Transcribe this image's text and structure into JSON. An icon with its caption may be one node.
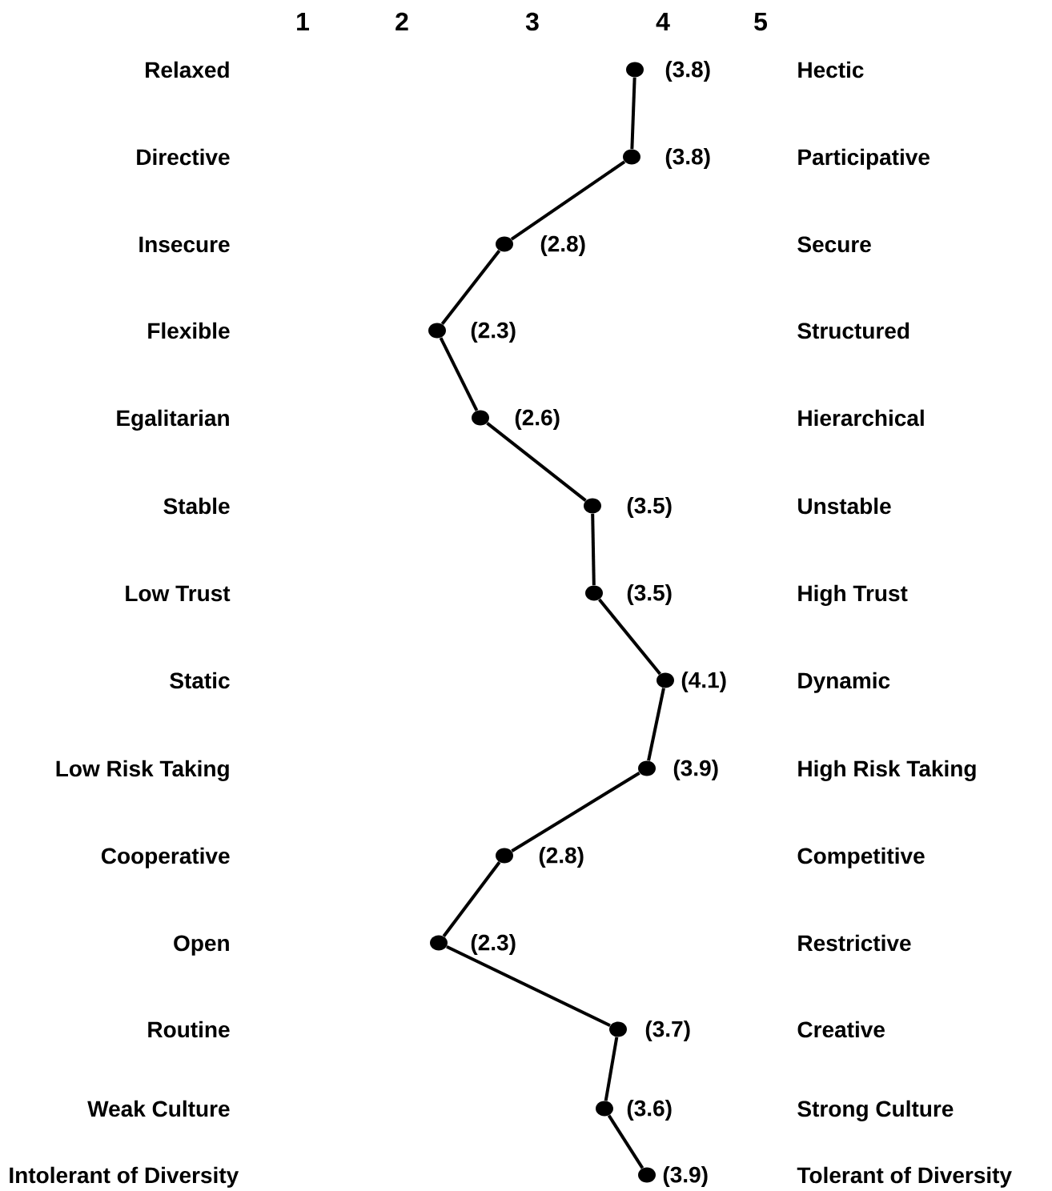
{
  "diagram": {
    "nodes": [
      {
        "text": [],
        "shape": "circle",
        "beside": [
          "(3.8)"
        ]
      },
      {
        "text": [],
        "shape": "circle",
        "beside": [
          "(3.8)"
        ]
      },
      {
        "text": [],
        "shape": "circle",
        "beside": [
          "(2.8)"
        ]
      },
      {
        "text": [],
        "shape": "circle",
        "beside": [
          "(2.3)"
        ]
      },
      {
        "text": [],
        "shape": "circle",
        "beside": [
          "(2.6)"
        ]
      },
      {
        "text": [],
        "shape": "circle",
        "beside": [
          "(3.5)"
        ]
      },
      {
        "text": [],
        "shape": "circle",
        "beside": [
          "(3.5)"
        ]
      },
      {
        "text": [],
        "shape": "circle",
        "beside": [
          "(4.1)"
        ]
      },
      {
        "text": [],
        "shape": "circle",
        "beside": [
          "(3.9)"
        ]
      },
      {
        "text": [],
        "shape": "circle",
        "beside": [
          "(2.8)"
        ]
      },
      {
        "text": [],
        "shape": "circle",
        "beside": [
          "(2.3)"
        ]
      },
      {
        "text": [],
        "shape": "circle",
        "beside": [
          "(3.7)"
        ]
      },
      {
        "text": [],
        "shape": "circle",
        "beside": [
          "(3.6)"
        ]
      },
      {
        "text": [],
        "shape": "circle",
        "beside": [
          "(3.9)"
        ]
      }
    ],
    "edges": [
      {
        "from": 0,
        "to": 1,
        "arrow": "none"
      },
      {
        "from": 1,
        "to": 2,
        "arrow": "none"
      },
      {
        "from": 2,
        "to": 3,
        "arrow": "none"
      },
      {
        "from": 3,
        "to": 4,
        "arrow": "none"
      },
      {
        "from": 4,
        "to": 5,
        "arrow": "none"
      },
      {
        "from": 5,
        "to": 6,
        "arrow": "none"
      },
      {
        "from": 6,
        "to": 7,
        "arrow": "none"
      },
      {
        "from": 7,
        "to": 8,
        "arrow": "none"
      },
      {
        "from": 8,
        "to": 9,
        "arrow": "none"
      },
      {
        "from": 9,
        "to": 10,
        "arrow": "none"
      },
      {
        "from": 10,
        "to": 11,
        "arrow": "none"
      },
      {
        "from": 11,
        "to": 12,
        "arrow": "none"
      },
      {
        "from": 12,
        "to": 13,
        "arrow": "none"
      }
    ],
    "labels": [
      "1",
      "2",
      "3",
      "4",
      "5",
      "Relaxed",
      "Hectic",
      "Directive",
      "Participative",
      "Insecure",
      "Secure",
      "Flexible",
      "Structured",
      "Egalitarian",
      "Hierarchical",
      "Stable",
      "Unstable",
      "Low Trust",
      "High Trust",
      "Static",
      "Dynamic",
      "Low Risk Taking",
      "High Risk Taking",
      "Cooperative",
      "Competitive",
      "Open",
      "Restrictive",
      "Routine",
      "Creative",
      "Weak Culture",
      "Strong Culture",
      "Intolerant of Diversity",
      "Tolerant of Diversity"
    ]
  }
}
